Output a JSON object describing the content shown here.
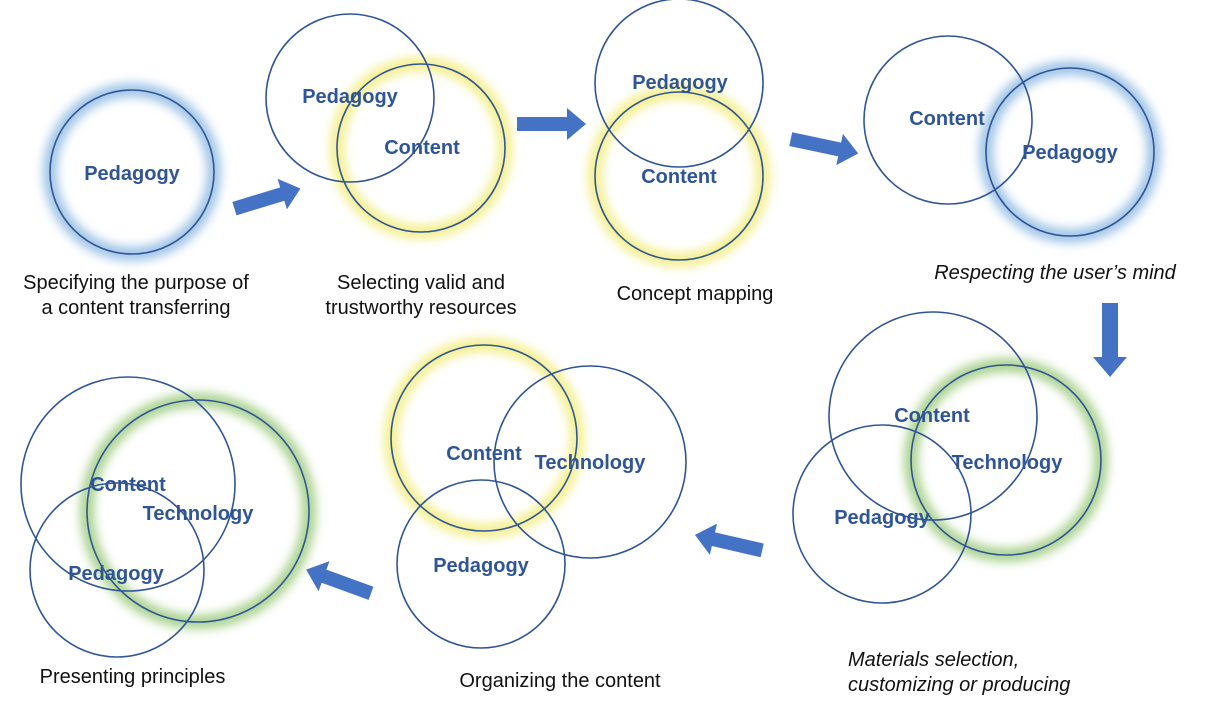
{
  "colors": {
    "circle_stroke": "#2f5597",
    "label_text": "#2f5597",
    "arrow_fill": "#4472c4",
    "glow_blue": "#9dc3e6",
    "glow_yellow": "#f4ef8c",
    "glow_green": "#a9d18e"
  },
  "stages": [
    {
      "labels": [
        "Pedagogy"
      ],
      "caption": [
        "Specifying the purpose of",
        "a content transferring"
      ]
    },
    {
      "labels": [
        "Pedagogy",
        "Content"
      ],
      "caption": [
        "Selecting valid and",
        "trustworthy resources"
      ]
    },
    {
      "labels": [
        "Pedagogy",
        "Content"
      ],
      "caption": [
        "Concept mapping"
      ]
    },
    {
      "labels": [
        "Content",
        "Pedagogy"
      ],
      "caption": [
        "Respecting the user’s mind"
      ]
    },
    {
      "labels": [
        "Content",
        "Technology",
        "Pedagogy"
      ],
      "caption": [
        "Materials selection,",
        "customizing or producing"
      ]
    },
    {
      "labels": [
        "Content",
        "Technology",
        "Pedagogy"
      ],
      "caption": [
        "Organizing the content"
      ]
    },
    {
      "labels": [
        "Content",
        "Technology",
        "Pedagogy"
      ],
      "caption": [
        "Presenting principles"
      ]
    }
  ]
}
